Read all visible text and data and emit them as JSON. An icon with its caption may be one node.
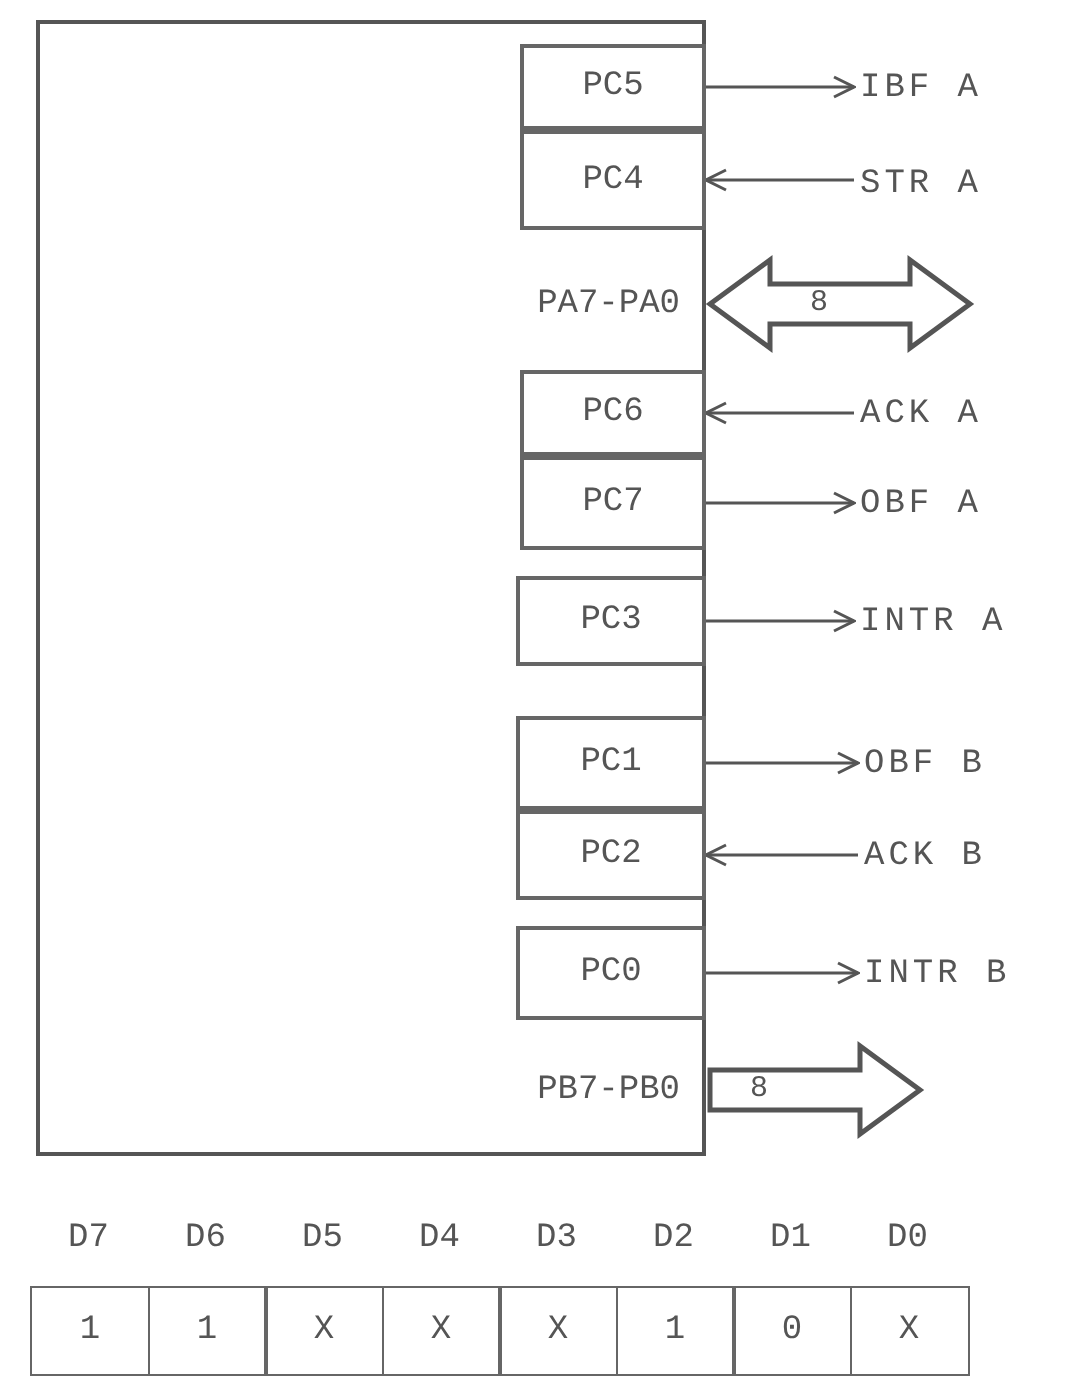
{
  "diagram": {
    "nodes": [
      {
        "text": [],
        "shape": "box"
      },
      {
        "text": [
          "PC5"
        ],
        "in": 0
      },
      {
        "text": [
          "IBF A"
        ]
      },
      {
        "text": [
          "PC4"
        ],
        "in": 0
      },
      {
        "text": [
          "STR A"
        ]
      },
      {
        "text": [
          "PA7-PA0"
        ],
        "in": 0
      },
      {
        "text": [
          "PC6"
        ],
        "in": 0
      },
      {
        "text": [
          "ACK A"
        ]
      },
      {
        "text": [
          "PC7"
        ],
        "in": 0
      },
      {
        "text": [
          "OBF A"
        ]
      },
      {
        "text": [
          "PC3"
        ],
        "in": 0
      },
      {
        "text": [
          "INTR A"
        ]
      },
      {
        "text": [
          "PC1"
        ],
        "in": 0
      },
      {
        "text": [
          "OBF B"
        ]
      },
      {
        "text": [
          "PC2"
        ],
        "in": 0
      },
      {
        "text": [
          "ACK B"
        ]
      },
      {
        "text": [
          "PC0"
        ],
        "in": 0
      },
      {
        "text": [
          "INTR B"
        ]
      },
      {
        "text": [
          "PB7-PB0"
        ],
        "in": 0
      }
    ],
    "edges": [
      {
        "from": 1,
        "to": 2,
        "arrow": "to"
      },
      {
        "from": 4,
        "to": 3,
        "arrow": "to"
      },
      {
        "from": 5,
        "to": null,
        "arrow": "both",
        "label": "8",
        "style": "thick"
      },
      {
        "from": 7,
        "to": 6,
        "arrow": "to"
      },
      {
        "from": 8,
        "to": 9,
        "arrow": "to"
      },
      {
        "from": 10,
        "to": 11,
        "arrow": "to"
      },
      {
        "from": 12,
        "to": 13,
        "arrow": "to"
      },
      {
        "from": 15,
        "to": 14,
        "arrow": "to"
      },
      {
        "from": 16,
        "to": 17,
        "arrow": "to"
      },
      {
        "from": 18,
        "to": null,
        "arrow": "to",
        "label": "8",
        "style": "thick"
      }
    ],
    "labels": [
      "D7",
      "D6",
      "D5",
      "D4",
      "D3",
      "D2",
      "D1",
      "D0",
      "1",
      "1",
      "X",
      "X",
      "X",
      "1",
      "0",
      "X"
    ]
  }
}
